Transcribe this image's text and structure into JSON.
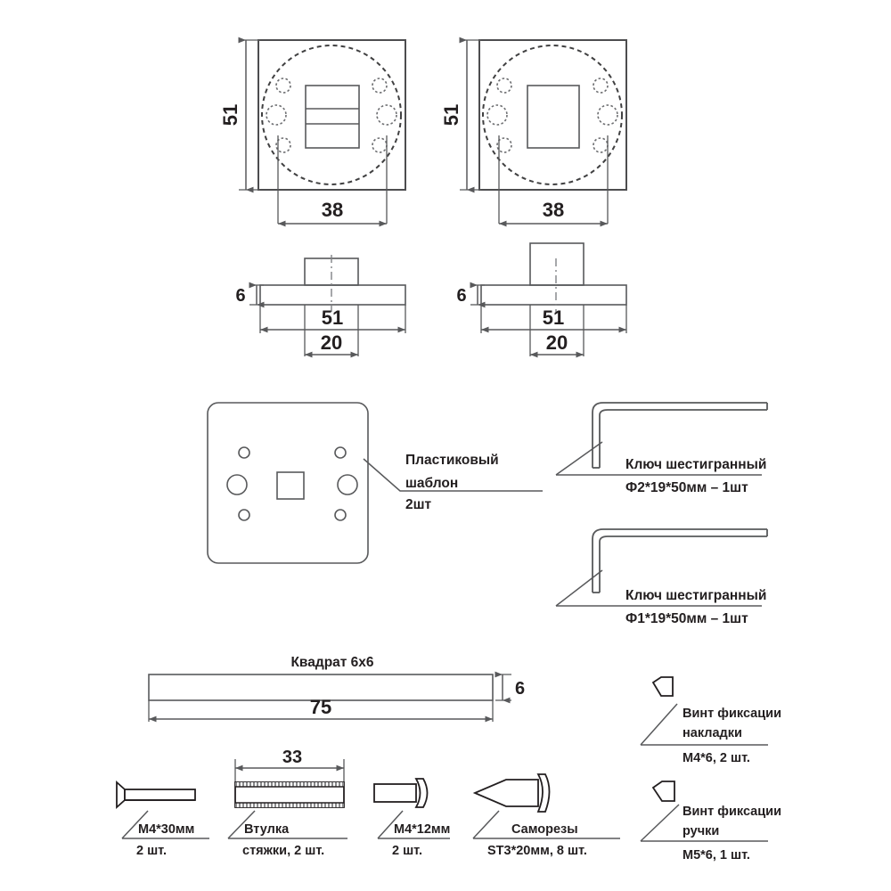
{
  "drawing": {
    "title": "Door handle rosette assembly — parts and dimensions",
    "units": "mm",
    "line_color": "#58595b",
    "text_color": "#231f20",
    "background": "#ffffff"
  },
  "views": {
    "rosette_slotted": {
      "name": "Rosette with slotted spindle opening — front view",
      "dim_height": "51",
      "dim_width": "38",
      "holes": 6,
      "bolt_circle": true
    },
    "rosette_square": {
      "name": "Rosette with square spindle opening — front view",
      "dim_height": "51",
      "dim_width": "38",
      "holes": 6,
      "bolt_circle": true
    },
    "profile_slotted": {
      "name": "Rosette slotted — side profile",
      "dim_thickness": "6",
      "dim_width": "51",
      "dim_boss": "20"
    },
    "profile_square": {
      "name": "Rosette square — side profile",
      "dim_thickness": "6",
      "dim_width": "51",
      "dim_boss": "20"
    }
  },
  "parts": [
    {
      "id": "plastic-template",
      "label_lines": [
        "Пластиковый",
        "шаблон"
      ],
      "qty_line": "2шт"
    },
    {
      "id": "hex-key-2",
      "label_lines": [
        "Ключ шестигранный"
      ],
      "qty_line": "Ф2*19*50мм – 1шт"
    },
    {
      "id": "hex-key-1",
      "label_lines": [
        "Ключ шестигранный"
      ],
      "qty_line": "Ф1*19*50мм – 1шт"
    },
    {
      "id": "square-rod",
      "label_lines": [
        "Квадрат 6х6"
      ],
      "dim_length": "75",
      "dim_thickness": "6"
    },
    {
      "id": "screw-m4-30",
      "label_lines": [
        "M4*30мм"
      ],
      "qty_line": "2 шт."
    },
    {
      "id": "sleeve",
      "label_lines": [
        "Втулка"
      ],
      "qty_line": "стяжки, 2 шт.",
      "dim_length": "33"
    },
    {
      "id": "screw-m4-12",
      "label_lines": [
        "M4*12мм"
      ],
      "qty_line": "2 шт."
    },
    {
      "id": "self-tapping-screws",
      "label_lines": [
        "Саморезы"
      ],
      "qty_line": "ST3*20мм, 8 шт."
    },
    {
      "id": "grub-screw-rosette",
      "label_lines": [
        "Винт фиксации",
        "накладки"
      ],
      "qty_line": "M4*6, 2 шт."
    },
    {
      "id": "grub-screw-handle",
      "label_lines": [
        "Винт фиксации",
        "ручки"
      ],
      "qty_line": "M5*6, 1 шт."
    }
  ]
}
